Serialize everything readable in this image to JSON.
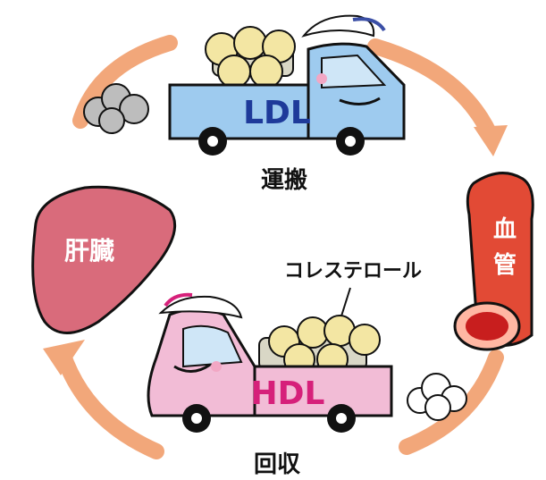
{
  "labels": {
    "ldl": "LDL",
    "transport": "運搬",
    "liver": "肝臓",
    "blood_vessel_1": "血",
    "blood_vessel_2": "管",
    "cholesterol": "コレステロール",
    "hdl": "HDL",
    "recovery": "回収"
  },
  "colors": {
    "arrow": "#f2a77a",
    "ldl_truck": "#9ecbef",
    "ldl_text": "#1e3a9a",
    "hdl_truck": "#f2bcd6",
    "hdl_text": "#d6207a",
    "liver": "#d96b7b",
    "vessel": "#e24a35",
    "vessel_lumen": "#c81e1e",
    "cholesterol_ball": "#f3e6a3",
    "smoke": "#8f8f8f"
  }
}
